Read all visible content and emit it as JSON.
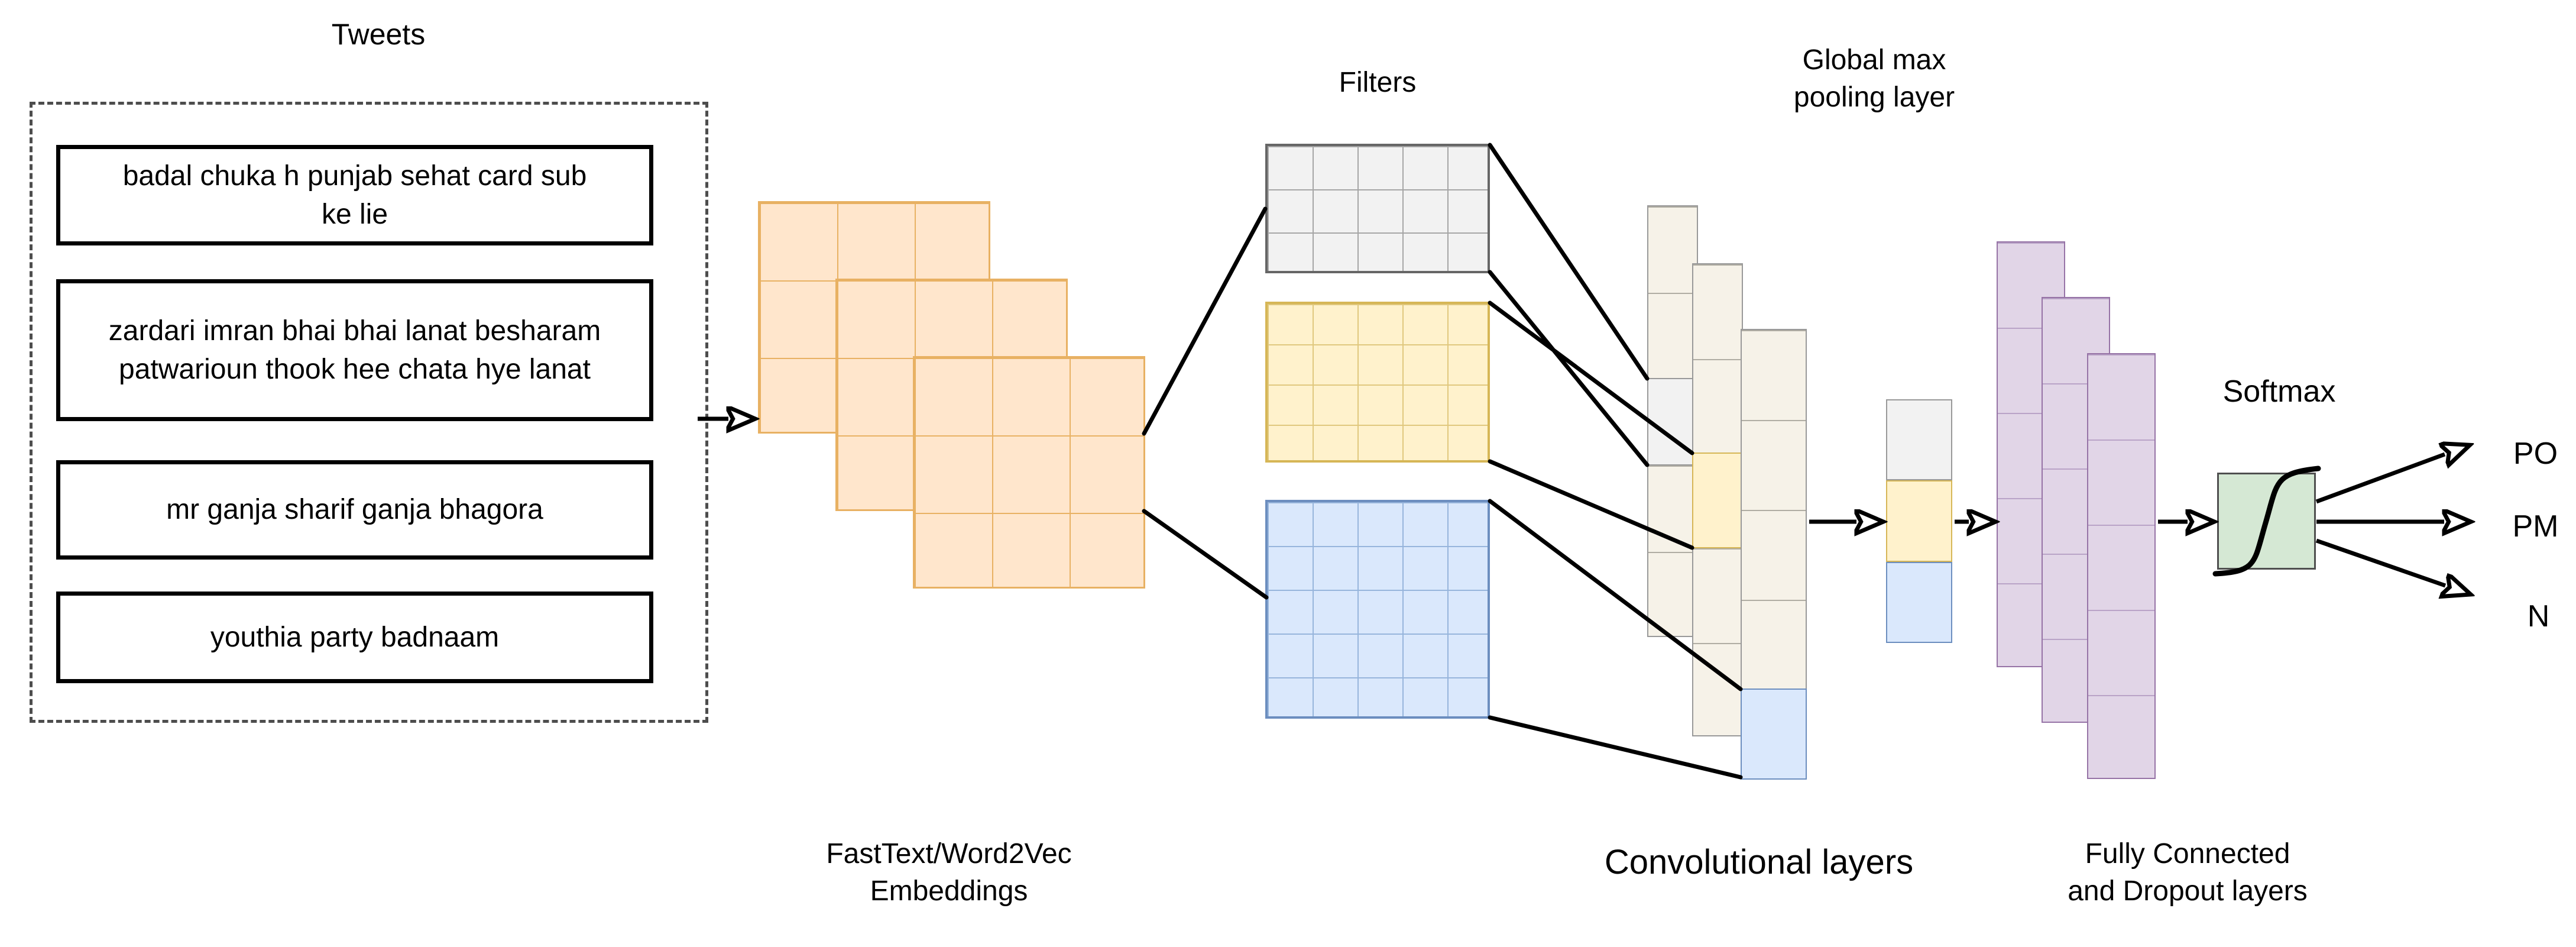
{
  "tweets": {
    "title": "Tweets",
    "items": [
      "badal chuka h punjab sehat card sub ke lie",
      "zardari imran bhai bhai lanat besharam patwarioun thook hee chata hye lanat",
      "mr ganja sharif ganja bhagora",
      "youthia party badnaam"
    ]
  },
  "embeddings": {
    "caption_line1": "FastText/Word2Vec",
    "caption_line2": "Embeddings"
  },
  "filters": {
    "title": "Filters"
  },
  "global_max_pooling": {
    "title_line1": "Global max",
    "title_line2": "pooling layer"
  },
  "convolution": {
    "caption": "Convolutional layers"
  },
  "fully_connected": {
    "caption_line1": "Fully Connected",
    "caption_line2": "and Dropout layers"
  },
  "softmax": {
    "title": "Softmax"
  },
  "outputs": {
    "po": "PO",
    "pm": "PM",
    "n": "N"
  },
  "colors": {
    "embedding_fill": "#FFE6CC",
    "embedding_stroke": "#E8B163",
    "filter_gray_fill": "#F2F2F2",
    "filter_gray_stroke": "#666666",
    "filter_yellow_fill": "#FFF2CC",
    "filter_yellow_stroke": "#D6B656",
    "filter_blue_fill": "#DAE8FC",
    "filter_blue_stroke": "#6C8EBF",
    "conv_fill": "#F6F2E8",
    "conv_stroke": "#999999",
    "fc_fill": "#E1D5E7",
    "fc_stroke": "#9673A6",
    "softmax_fill": "#D5E8D4",
    "connector": "#000000",
    "dashed_border": "#4D4D4D"
  }
}
